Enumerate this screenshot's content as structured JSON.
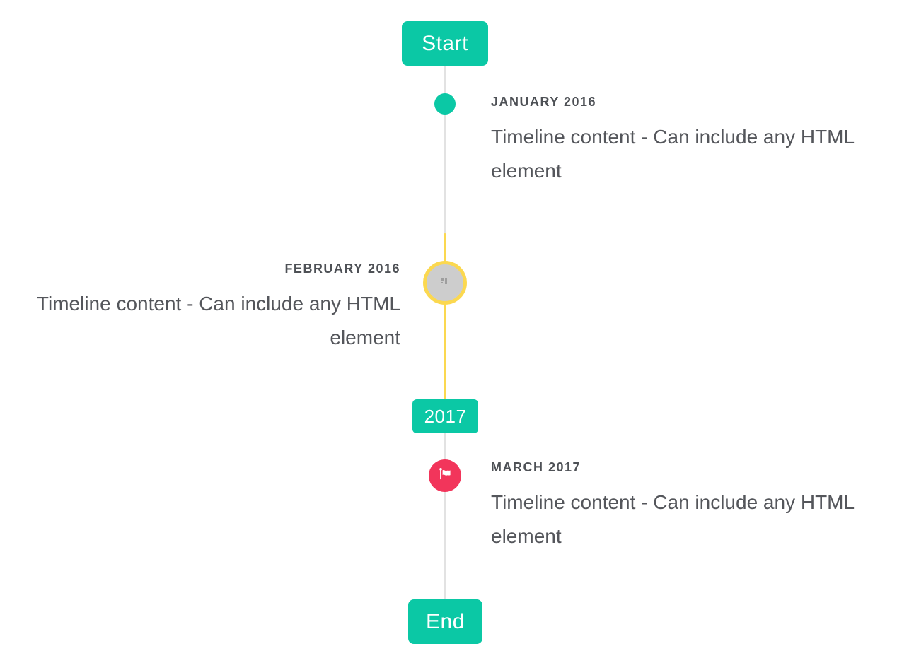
{
  "timeline": {
    "start_badge": "Start",
    "year_badge": "2017",
    "end_badge": "End",
    "colors": {
      "accent": "#0bc8a5",
      "highlight": "#fbd850",
      "flag": "#f2355b",
      "line": "#e2e2e2",
      "marker_gray": "#cdcdcd",
      "title_text": "#4e5156",
      "body_text": "#54565b",
      "badge_text": "#ffffff"
    },
    "items": [
      {
        "title": "JANUARY 2016",
        "content": "Timeline content - Can include any HTML element",
        "side": "right",
        "marker": "teal-dot"
      },
      {
        "title": "FEBRUARY 2016",
        "content": "Timeline content - Can include any HTML element",
        "side": "left",
        "marker": "image-circle-highlighted"
      },
      {
        "title": "MARCH 2017",
        "content": "Timeline content - Can include any HTML element",
        "side": "right",
        "marker": "flag-circle"
      }
    ]
  }
}
